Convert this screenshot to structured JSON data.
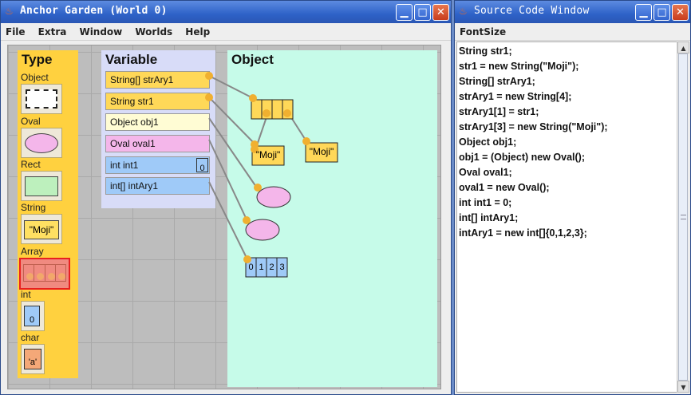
{
  "main_window": {
    "title": "Anchor Garden (World 0)",
    "menu": [
      "File",
      "Extra",
      "Window",
      "Worlds",
      "Help"
    ],
    "type_panel": {
      "title": "Type",
      "items": [
        {
          "label": "Object"
        },
        {
          "label": "Oval"
        },
        {
          "label": "Rect"
        },
        {
          "label": "String",
          "sample": "\"Moji\""
        },
        {
          "label": "Array"
        },
        {
          "label": "int",
          "sample": "0"
        },
        {
          "label": "char",
          "sample": "'a'"
        }
      ]
    },
    "variable_panel": {
      "title": "Variable",
      "items": [
        {
          "label": "String[] strAry1"
        },
        {
          "label": "String str1"
        },
        {
          "label": "Object obj1"
        },
        {
          "label": "Oval oval1"
        },
        {
          "label": "int int1",
          "value": "0"
        },
        {
          "label": "int[] intAry1"
        }
      ]
    },
    "object_panel": {
      "title": "Object",
      "string_objects": [
        "\"Moji\"",
        "\"Moji\""
      ],
      "int_array_values": [
        "0",
        "1",
        "2",
        "3"
      ]
    }
  },
  "source_window": {
    "title": "Source Code Window",
    "menu": [
      "FontSize"
    ],
    "code_lines": [
      "String str1;",
      "str1 = new String(\"Moji\");",
      "String[] strAry1;",
      "strAry1 = new String[4];",
      "strAry1[1] = str1;",
      "strAry1[3] = new String(\"Moji\");",
      "Object obj1;",
      "obj1 = (Object) new Oval();",
      "Oval oval1;",
      "oval1 = new Oval();",
      "int int1 = 0;",
      "int[] intAry1;",
      "intAry1 = new int[]{0,1,2,3};"
    ]
  },
  "colors": {
    "titlebar": "#2e62c8",
    "type_panel": "#ffd13f",
    "variable_panel": "#d8dcf8",
    "object_panel": "#c6fbe9",
    "anchor": "#f0b030",
    "oval": "#f4b6ea",
    "rect": "#bdf0bd",
    "int": "#9fcaf8",
    "char": "#f4a878"
  }
}
